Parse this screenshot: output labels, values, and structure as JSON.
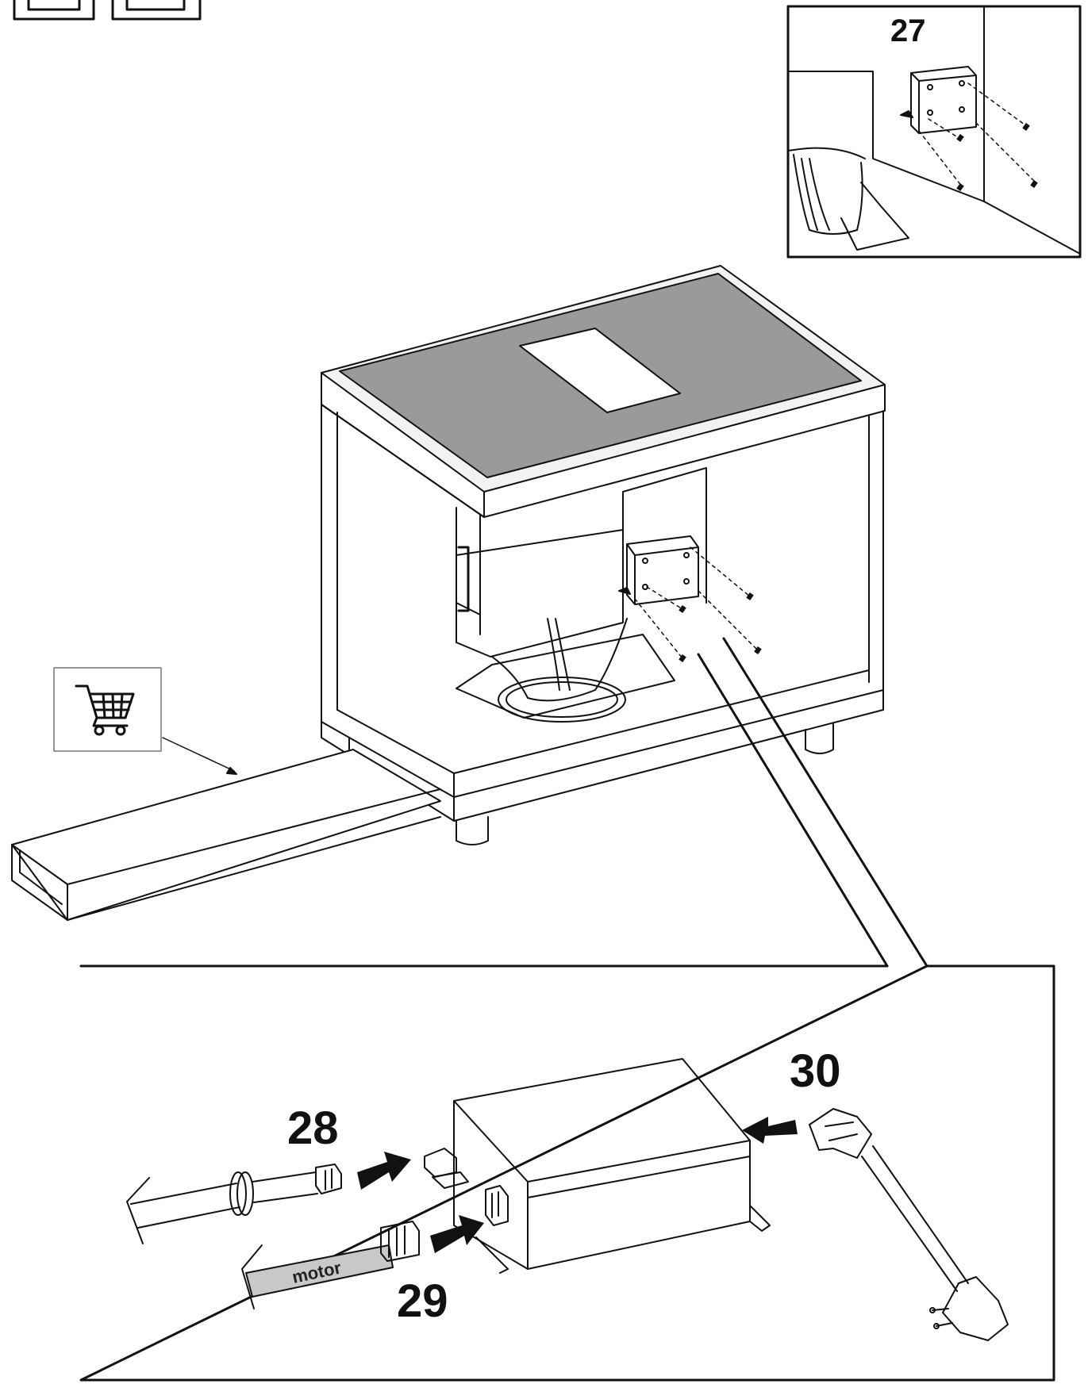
{
  "steps": {
    "inset_top": "27",
    "inset_bottom_a": "28",
    "inset_bottom_b": "29",
    "inset_bottom_c": "30"
  },
  "cable_label": "motor",
  "icons": {
    "top_left": [
      "frame-icon",
      "frame-icon"
    ],
    "accessory": "shopping-cart-icon"
  },
  "colors": {
    "line": "#111111",
    "cooktop": "#9a9a9a",
    "motor_cable": "#c8c8c8"
  }
}
